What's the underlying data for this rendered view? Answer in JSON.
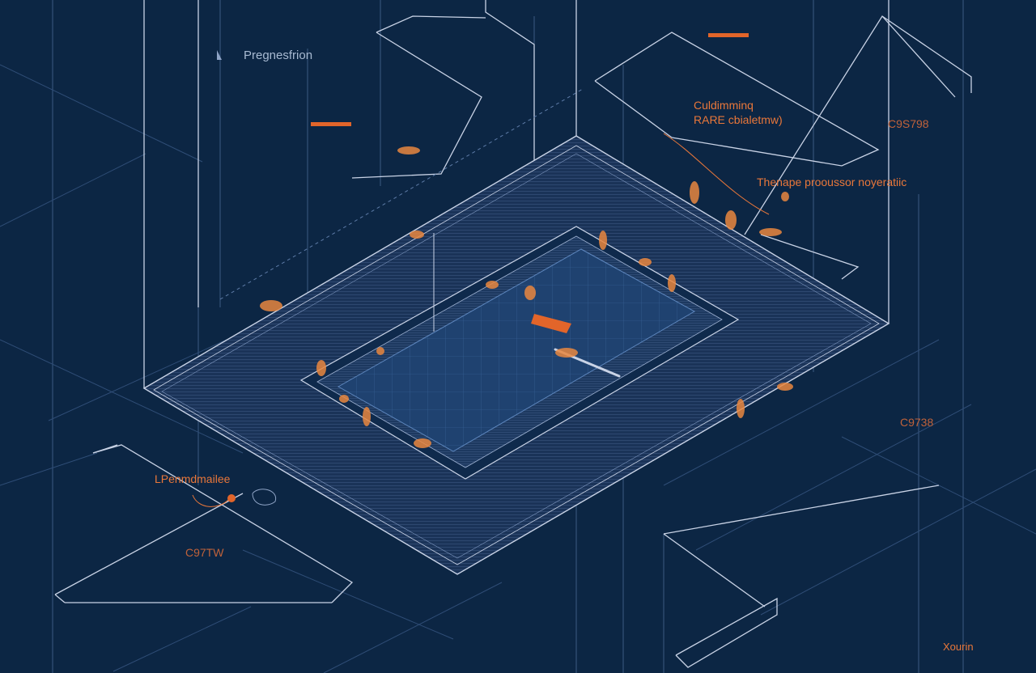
{
  "colors": {
    "background": "#0c2644",
    "line_light": "#c9d3e6",
    "line_dim": "#3b5a82",
    "accent": "#e9773a"
  },
  "labels": {
    "top_left": "Pregnesfrion",
    "callout_1_line1": "Culdimminq",
    "callout_1_line2": "RARE cbialetmw)",
    "callout_2": "Thenape prooussor noyeratiic",
    "code_1": "C9S798",
    "code_2": "C9738",
    "left_label": "LPenmdmailee",
    "left_code": "C97TW",
    "bottom_right": "Xourin"
  }
}
